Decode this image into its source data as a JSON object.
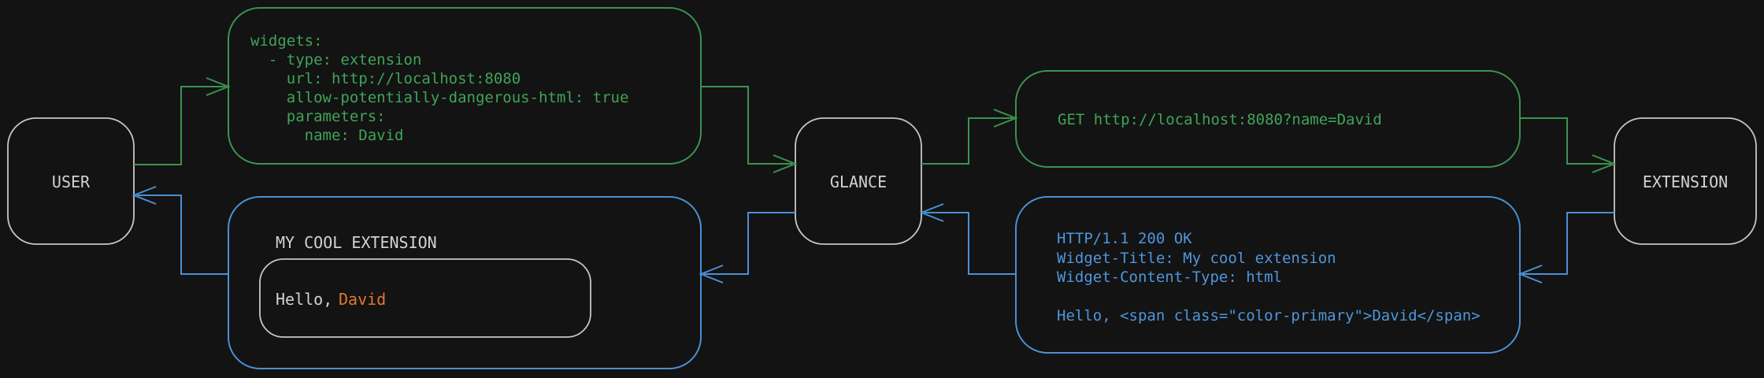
{
  "diagram_title": "glance-extension-request-flow",
  "colors": {
    "bg": "#131313",
    "green": "#3fa458",
    "green_line": "#3a9350",
    "blue": "#4e96db",
    "blue_line": "#4a90d5",
    "gray_text": "#d2d2d2",
    "gray_border": "#c6c6c6",
    "orange": "#e4762f"
  },
  "nodes": {
    "user": {
      "label": "USER"
    },
    "glance": {
      "label": "GLANCE"
    },
    "extension": {
      "label": "EXTENSION"
    }
  },
  "config_box": {
    "lines": [
      "widgets:",
      "  - type: extension",
      "    url: http://localhost:8080",
      "    allow-potentially-dangerous-html: true",
      "    parameters:",
      "      name: David"
    ]
  },
  "request_box": {
    "text": "GET http://localhost:8080?name=David"
  },
  "response_box": {
    "lines": [
      "HTTP/1.1 200 OK",
      "Widget-Title: My cool extension",
      "Widget-Content-Type: html",
      "",
      "Hello, <span class=\"color-primary\">David</span>"
    ]
  },
  "widget_box": {
    "title": "MY COOL EXTENSION",
    "greeting_prefix": "Hello, ",
    "greeting_name": "David"
  },
  "flow": {
    "forward_color_meaning": "request (green)",
    "backward_color_meaning": "response (blue)"
  }
}
